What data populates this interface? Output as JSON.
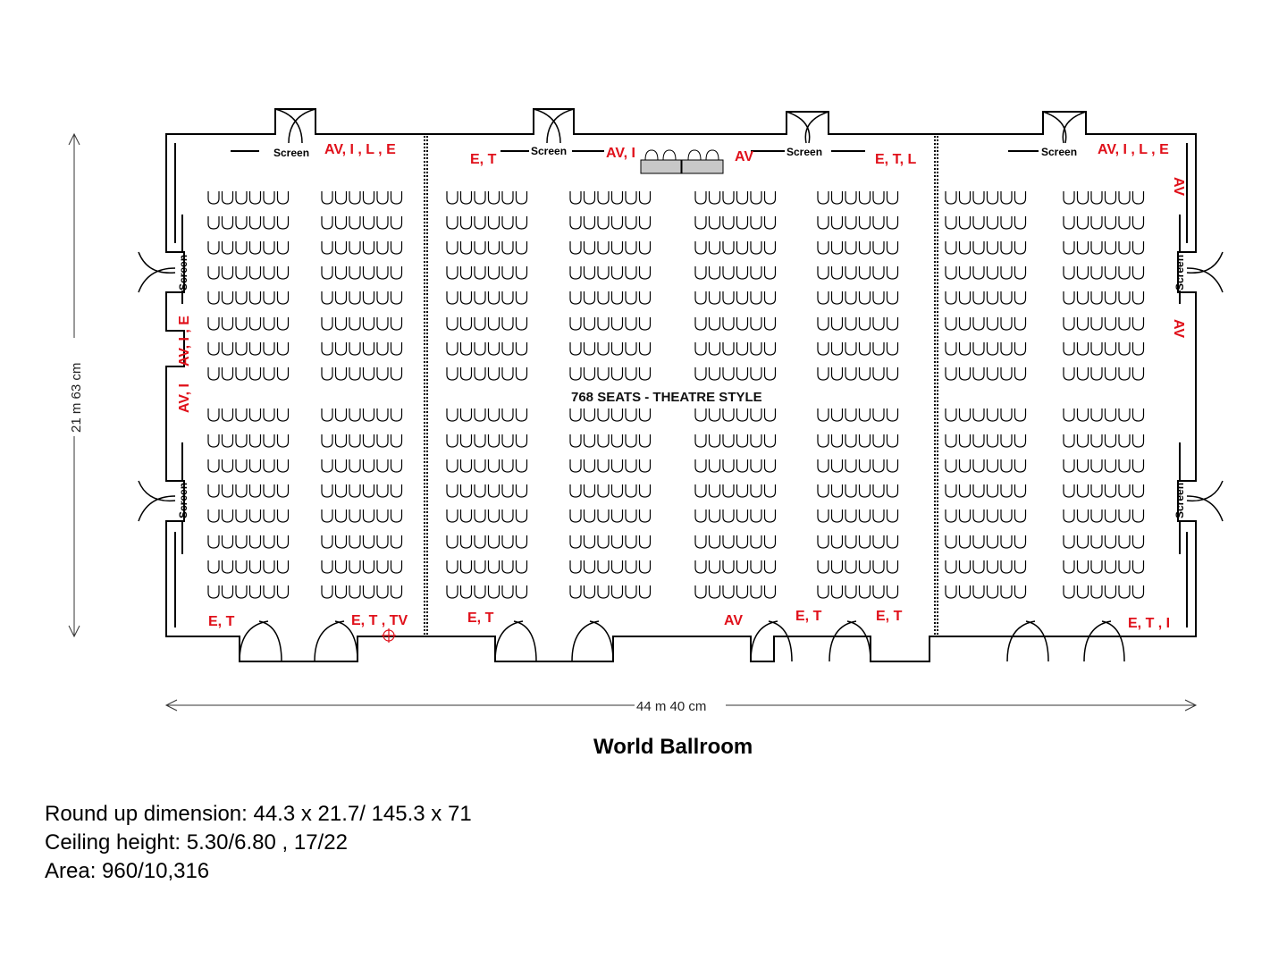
{
  "title": "World Ballroom",
  "seating_label": "768 SEATS - THEATRE STYLE",
  "dimensions": {
    "width": "44 m 40 cm",
    "height": "21 m 63 cm"
  },
  "screen_label": "Screen",
  "outlet_labels": {
    "top_left": "AV, I , L , E",
    "top_center_left": "E, T",
    "top_center": "AV, I",
    "top_center_right": "AV",
    "top_right_center": "E, T, L",
    "top_right": "AV, I , L , E",
    "left_wall_1": "AV, I , E",
    "left_wall_2": "AV, I",
    "right_wall_1": "AV",
    "right_wall_2": "AV",
    "bottom_1": "E, T",
    "bottom_2": "E, T , TV",
    "bottom_3": "E, T",
    "bottom_4": "AV",
    "bottom_5": "E, T",
    "bottom_6": "E, T",
    "bottom_7": "E, T , I"
  },
  "seating": {
    "chairs_per_row": 6,
    "rows_per_block": 16,
    "blocks": 8
  },
  "info": [
    "Round up dimension: 44.3 x 21.7/ 145.3 x 71",
    "Ceiling height: 5.30/6.80 , 17/22",
    "Area: 960/10,316"
  ]
}
